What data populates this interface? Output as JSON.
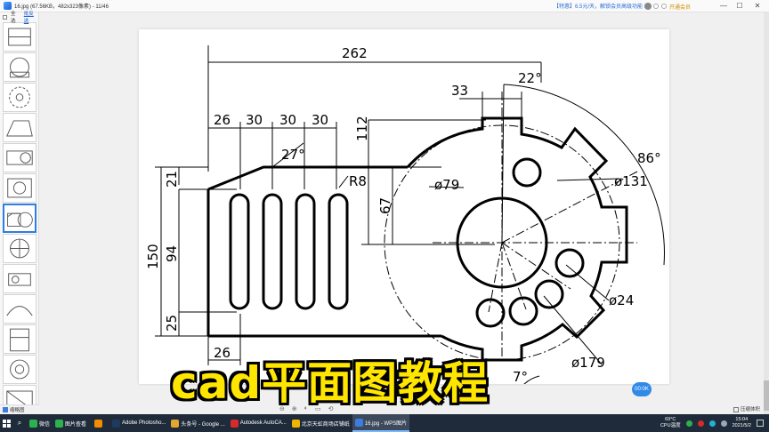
{
  "window": {
    "title": "16.jpg (67.56KB，482x323像素) - 11/46",
    "promo": "【特惠】6.5元/天，解锁会员高级功能 »",
    "vip": "开通会员",
    "ctl_min": "—",
    "ctl_max": "☐",
    "ctl_close": "✕"
  },
  "sidebar": {
    "select_all": "全选",
    "invert": "批反选",
    "bottom_label": "缩略图",
    "selected_index": 6
  },
  "drawing": {
    "dims": {
      "overall_width": "262",
      "d33": "33",
      "a22": "22°",
      "d26a": "26",
      "d30a": "30",
      "d30b": "30",
      "d30c": "30",
      "d112": "112",
      "a27": "27°",
      "a86": "86°",
      "d21": "21",
      "r8": "R8",
      "phi79": "ø79",
      "phi131": "ø131",
      "d67": "67",
      "d150": "150",
      "d94": "94",
      "d25": "25",
      "d26b": "26",
      "phi24": "ø24",
      "phi179": "ø179",
      "a7": "7°"
    }
  },
  "caption": "cad平面图教程",
  "zoom_badge": "00:0K",
  "viewer_tools": [
    "⊖",
    "⊕",
    "◐",
    "▭",
    "⟲"
  ],
  "compress_label": "压缩体积",
  "taskbar": {
    "apps": [
      {
        "label": "微信",
        "color": "#2bb24c",
        "active": false
      },
      {
        "label": "图片查看",
        "color": "#2bb24c",
        "active": false
      },
      {
        "label": "",
        "color": "#f28c00",
        "active": false
      },
      {
        "label": "Adobe Photosho...",
        "color": "#1d3a5f",
        "active": false
      },
      {
        "label": "头条号 - Google ...",
        "color": "#e2a72e",
        "active": false
      },
      {
        "label": "Autodesk AutoCA...",
        "color": "#d62b2b",
        "active": false
      },
      {
        "label": "北京天虹商场店铺纸",
        "color": "#f0b400",
        "active": false
      },
      {
        "label": "16.jpg - WPS图片",
        "color": "#3b7de0",
        "active": true
      }
    ],
    "temp": "69°C",
    "temp_label": "CPU温度",
    "time": "15:04",
    "date": "2021/5/2"
  }
}
